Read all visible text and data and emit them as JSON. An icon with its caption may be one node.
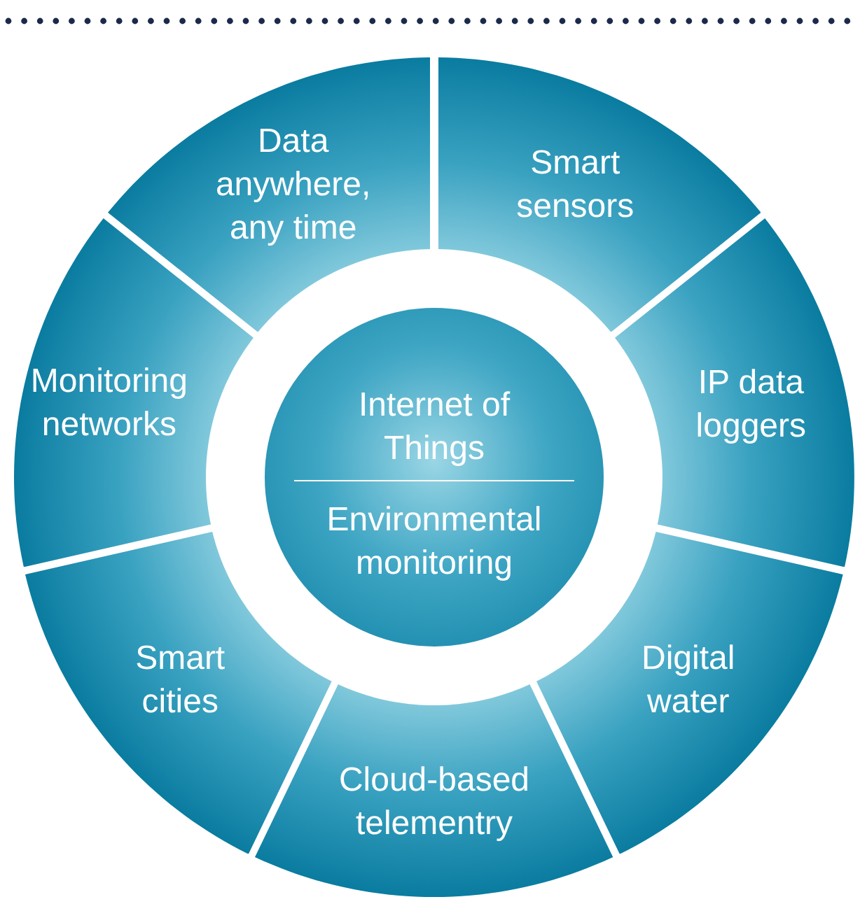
{
  "diagram": {
    "nodes": [
      {
        "text": [
          "Internet of Things",
          "Environmental monitoring"
        ]
      },
      {
        "text": [
          "Data anywhere, any time"
        ]
      },
      {
        "text": [
          "Smart sensors"
        ]
      },
      {
        "text": [
          "IP data loggers"
        ]
      },
      {
        "text": [
          "Digital water"
        ]
      },
      {
        "text": [
          "Cloud-based telementry"
        ]
      },
      {
        "text": [
          "Smart cities"
        ]
      },
      {
        "text": [
          "Monitoring networks"
        ]
      }
    ]
  }
}
